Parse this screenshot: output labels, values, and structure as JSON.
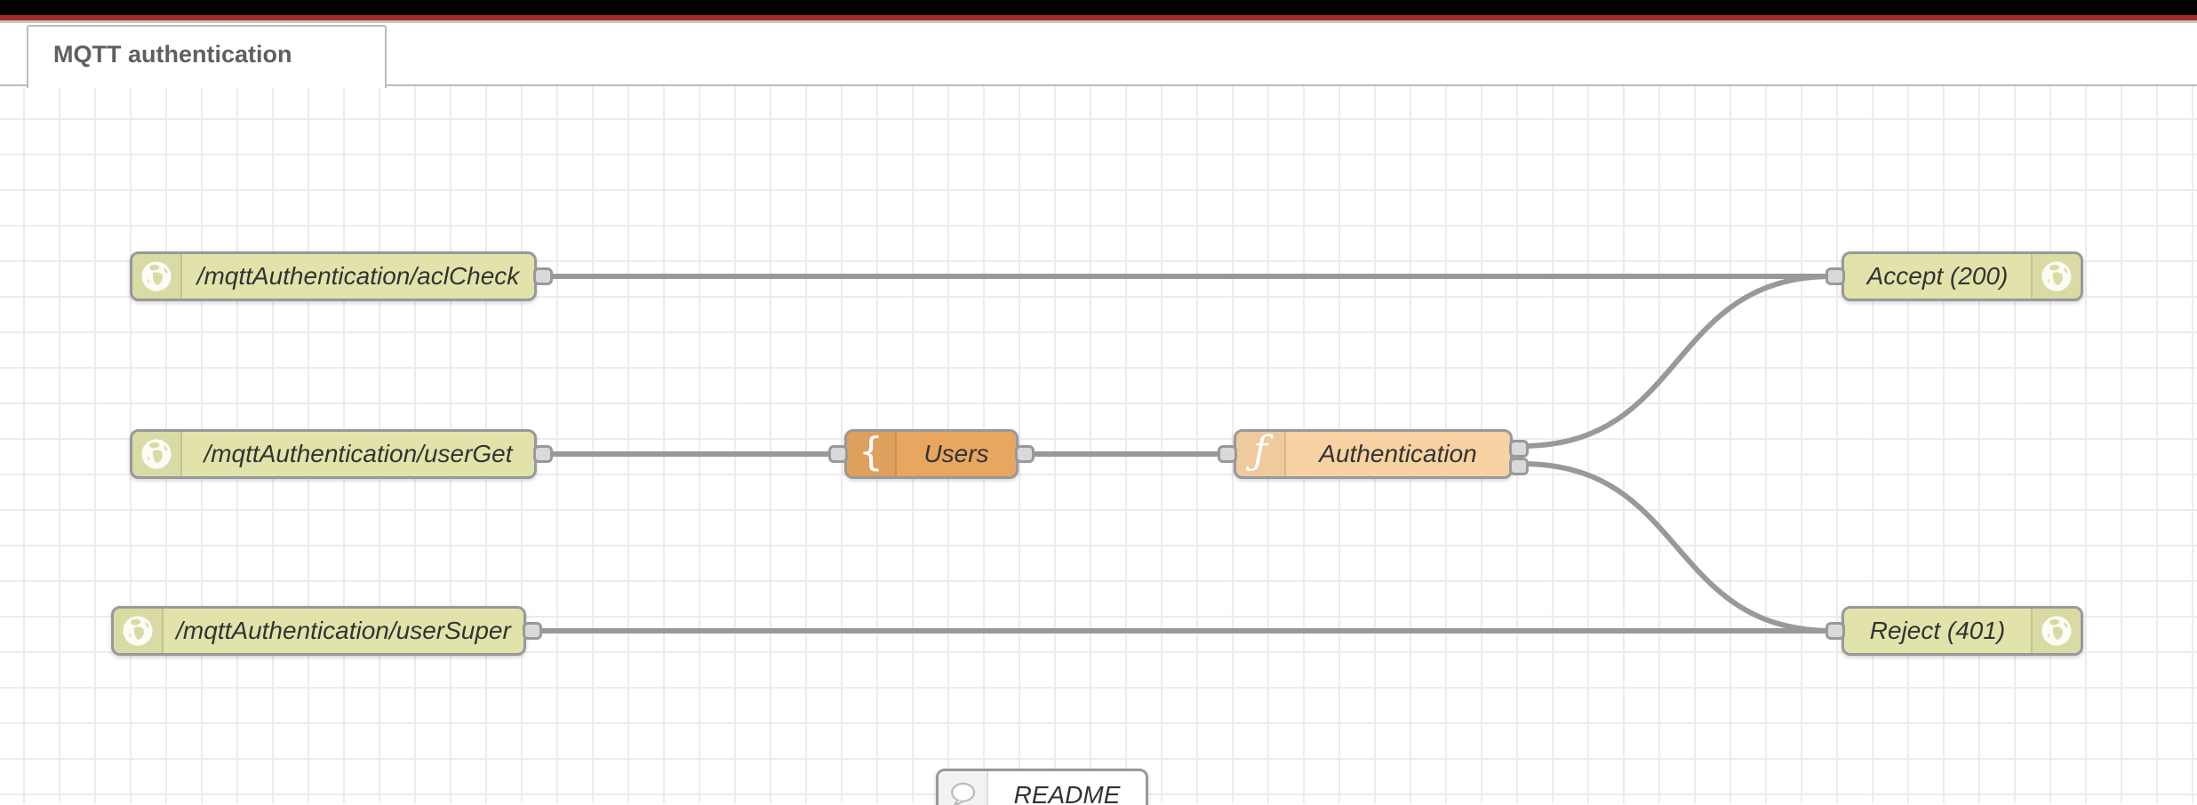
{
  "tab": {
    "label": "MQTT authentication"
  },
  "nodes": [
    {
      "label": "/mqttAuthentication/aclCheck",
      "type": "http in",
      "icon": "globe"
    },
    {
      "label": "/mqttAuthentication/userGet",
      "type": "http in",
      "icon": "globe"
    },
    {
      "label": "/mqttAuthentication/userSuper",
      "type": "http in",
      "icon": "globe"
    },
    {
      "label": "Users",
      "type": "template",
      "icon": "curly-brace"
    },
    {
      "label": "Authentication",
      "type": "function",
      "icon": "function-f"
    },
    {
      "label": "Accept (200)",
      "type": "http response",
      "icon": "globe"
    },
    {
      "label": "Reject (401)",
      "type": "http response",
      "icon": "globe"
    },
    {
      "label": "README",
      "type": "comment",
      "icon": "speech-bubble"
    }
  ],
  "icons": {
    "template_brace": "{",
    "function_glyph": "ƒ"
  },
  "colors": {
    "http_node": "#e2e3aa",
    "template_node": "#e8a661",
    "function_node": "#f7d2a3",
    "comment_node": "#ffffff",
    "wire": "#999999",
    "header_bar": "#000000",
    "accent_red": "#a12c28",
    "grid_line": "#ececec"
  }
}
